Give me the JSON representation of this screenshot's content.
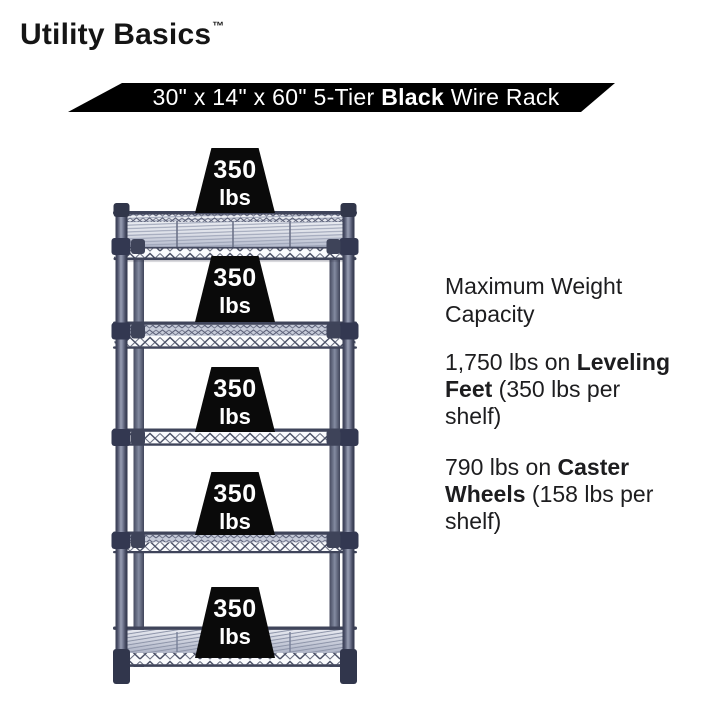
{
  "brand": {
    "name": "Utility Basics",
    "trademark": "™"
  },
  "banner": {
    "prefix": "30\" x 14\" x 60\" 5-Tier ",
    "highlight": "Black",
    "suffix": " Wire Rack",
    "bg_color": "#000000",
    "text_color": "#ffffff"
  },
  "rack": {
    "tiers": 5,
    "color_name": "Black",
    "frame_color": "#454a60",
    "deck_color": "#d6d9e3",
    "weight_badge_color": "#0a0a0a",
    "weights": [
      {
        "value": "350",
        "unit": "lbs"
      },
      {
        "value": "350",
        "unit": "lbs"
      },
      {
        "value": "350",
        "unit": "lbs"
      },
      {
        "value": "350",
        "unit": "lbs"
      },
      {
        "value": "350",
        "unit": "lbs"
      }
    ]
  },
  "info": {
    "heading": "Maximum Weight\nCapacity",
    "leveling": {
      "prefix": "1,750 lbs on ",
      "bold": "Leveling\nFeet",
      "suffix": " (350 lbs per\nshelf)"
    },
    "caster": {
      "prefix": "790 lbs on ",
      "bold": "Caster\nWheels",
      "suffix": " (158 lbs per\nshelf)"
    }
  }
}
